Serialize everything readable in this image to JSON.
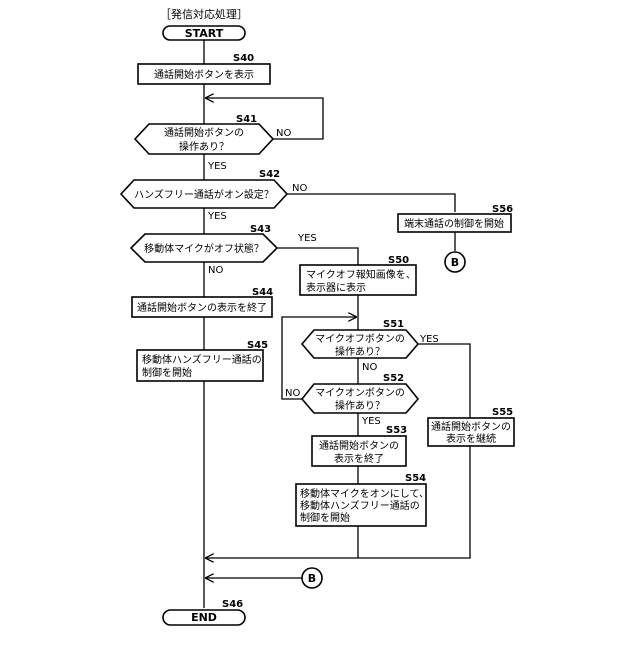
{
  "title": "［発信対応処理］",
  "start": "START",
  "end": "END",
  "connector": "B",
  "yes": "YES",
  "no": "NO",
  "steps": {
    "s40": {
      "id": "S40",
      "lines": [
        "通話開始ボタンを表示"
      ]
    },
    "s41": {
      "id": "S41",
      "lines": [
        "通話開始ボタンの",
        "操作あり？"
      ]
    },
    "s42": {
      "id": "S42",
      "lines": [
        "ハンズフリー通話がオン設定？"
      ]
    },
    "s43": {
      "id": "S43",
      "lines": [
        "移動体マイクがオフ状態？"
      ]
    },
    "s44": {
      "id": "S44",
      "lines": [
        "通話開始ボタンの表示を終了"
      ]
    },
    "s45": {
      "id": "S45",
      "lines": [
        "移動体ハンズフリー通話の",
        "制御を開始"
      ]
    },
    "s46": {
      "id": "S46",
      "lines": []
    },
    "s50": {
      "id": "S50",
      "lines": [
        "マイクオフ報知画像を、",
        "表示器に表示"
      ]
    },
    "s51": {
      "id": "S51",
      "lines": [
        "マイクオフボタンの",
        "操作あり？"
      ]
    },
    "s52": {
      "id": "S52",
      "lines": [
        "マイクオンボタンの",
        "操作あり？"
      ]
    },
    "s53": {
      "id": "S53",
      "lines": [
        "通話開始ボタンの",
        "表示を終了"
      ]
    },
    "s54": {
      "id": "S54",
      "lines": [
        "移動体マイクをオンにして、",
        "移動体ハンズフリー通話の",
        "制御を開始"
      ]
    },
    "s55": {
      "id": "S55",
      "lines": [
        "通話開始ボタンの",
        "表示を継続"
      ]
    },
    "s56": {
      "id": "S56",
      "lines": [
        "端末通話の制御を開始"
      ]
    }
  }
}
